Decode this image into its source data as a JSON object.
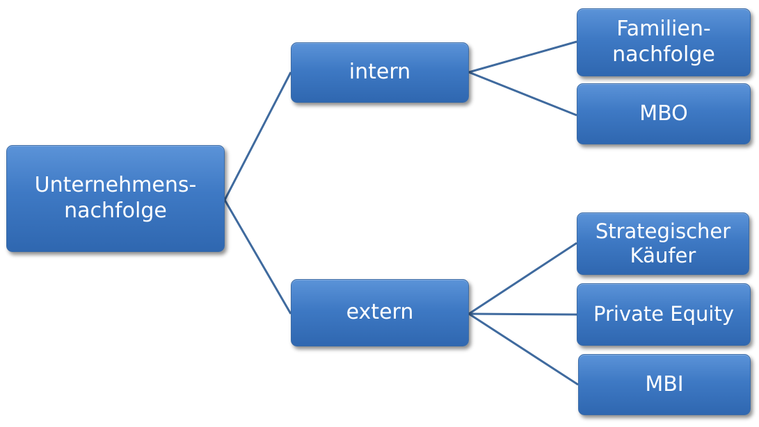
{
  "diagram": {
    "root": {
      "label": "Unternehmens-\nnachfolge"
    },
    "branches": [
      {
        "label": "intern",
        "children": [
          {
            "label": "Familien-\nnachfolge"
          },
          {
            "label": "MBO"
          }
        ]
      },
      {
        "label": "extern",
        "children": [
          {
            "label": "Strategischer\nKäufer"
          },
          {
            "label": "Private Equity"
          },
          {
            "label": "MBI"
          }
        ]
      }
    ],
    "colors": {
      "node_fill": "#3e79c4",
      "node_border": "#3b6ba6",
      "connector": "#3f6a9e",
      "text": "#ffffff"
    }
  }
}
